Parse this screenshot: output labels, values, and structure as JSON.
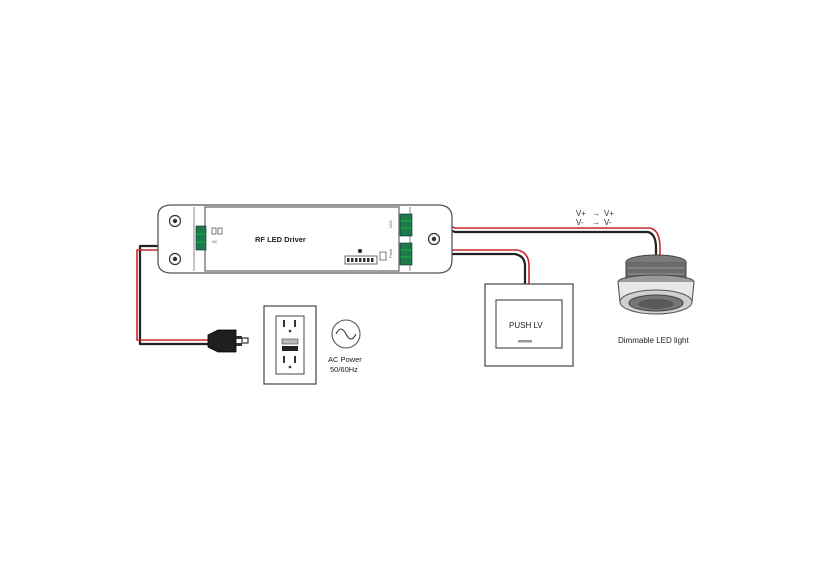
{
  "driver": {
    "title": "RF LED Driver",
    "tiny_label_top": "LED",
    "tiny_label_mid": "Push",
    "tiny_label_left": "AC"
  },
  "output_labels": {
    "vplus_from": "V+",
    "vplus_to": "V+",
    "vminus_from": "V-",
    "vminus_to": "V-",
    "arrow": "→"
  },
  "push_switch": {
    "label": "PUSH LV"
  },
  "led_light": {
    "label": "Dimmable LED light"
  },
  "ac_power": {
    "line1": "AC Power",
    "line2": "50/60Hz"
  },
  "colors": {
    "wire_red": "#c8282a",
    "wire_black": "#222222",
    "terminal_green": "#1f7a4a",
    "outline": "#555555"
  }
}
